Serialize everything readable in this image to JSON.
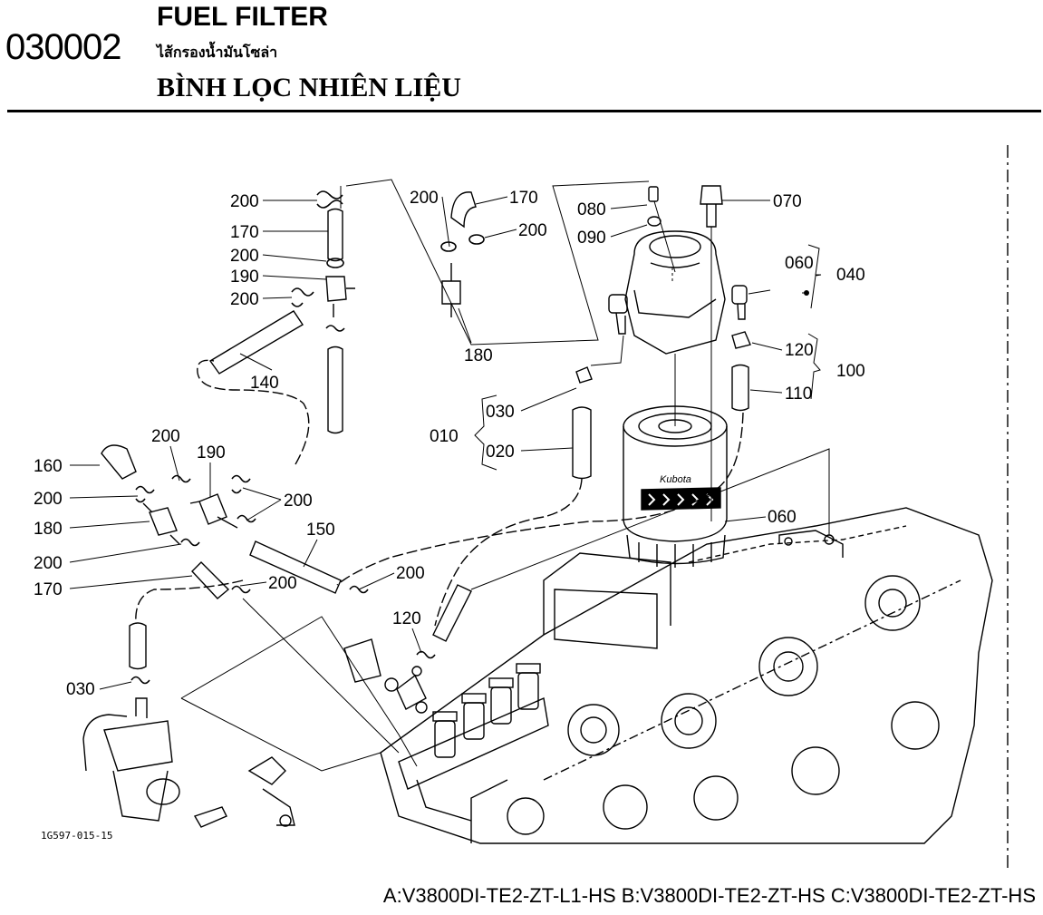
{
  "header": {
    "code": "030002",
    "title_en": "FUEL FILTER",
    "title_th": "ไส้กรองน้ำมันโซล่า",
    "title_vi": "BÌNH LỌC NHIÊN LIỆU"
  },
  "figure_id": "1G597-015-15",
  "models": "A:V3800DI-TE2-ZT-L1-HS B:V3800DI-TE2-ZT-HS C:V3800DI-TE2-ZT-HS",
  "callouts": {
    "c200a": "200",
    "c170a": "170",
    "c200b": "200",
    "c190a": "190",
    "c200c": "200",
    "c140": "140",
    "c200d": "200",
    "c170b": "170",
    "c200e": "200",
    "c180a": "180",
    "c080": "080",
    "c090": "090",
    "c070": "070",
    "c060a": "060",
    "c040": "040",
    "c120a": "120",
    "c100": "100",
    "c110": "110",
    "c030a": "030",
    "c010": "010",
    "c020": "020",
    "c200f": "200",
    "c160": "160",
    "c190b": "190",
    "c200g": "200",
    "c180b": "180",
    "c200h": "200",
    "c170c": "170",
    "c200i": "200",
    "c150": "150",
    "c200j": "200",
    "c200k": "200",
    "c060b": "060",
    "c120b": "120",
    "c030b": "030"
  },
  "brand": "Kubota",
  "colors": {
    "ink": "#000000",
    "paper": "#ffffff"
  }
}
